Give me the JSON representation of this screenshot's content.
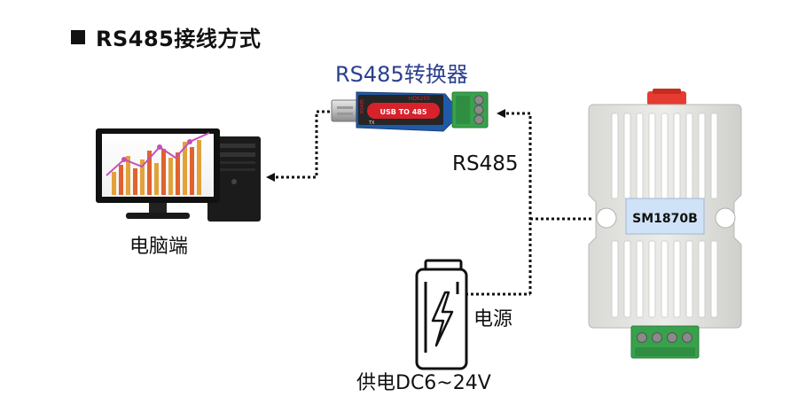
{
  "header": {
    "title": "RS485接线方式"
  },
  "converter": {
    "title": "RS485转换器",
    "model": "HD6205",
    "body_text": "USB TO 485",
    "side_text": "RS485",
    "port_text": "TX"
  },
  "computer": {
    "label": "电脑端"
  },
  "bus": {
    "label": "RS485"
  },
  "power": {
    "label": "电源",
    "supply": "供电DC6~24V"
  },
  "device": {
    "model": "SM1870B"
  },
  "colors": {
    "converter_body": "#1f5aa8",
    "converter_label": "#d8222b",
    "terminal_green": "#37a24b",
    "device_red": "#e53b30",
    "lcd_blue": "#cfe2f7",
    "title_blue": "#2b3f8f"
  },
  "icons": [
    "lightning-icon",
    "chart-icon"
  ]
}
